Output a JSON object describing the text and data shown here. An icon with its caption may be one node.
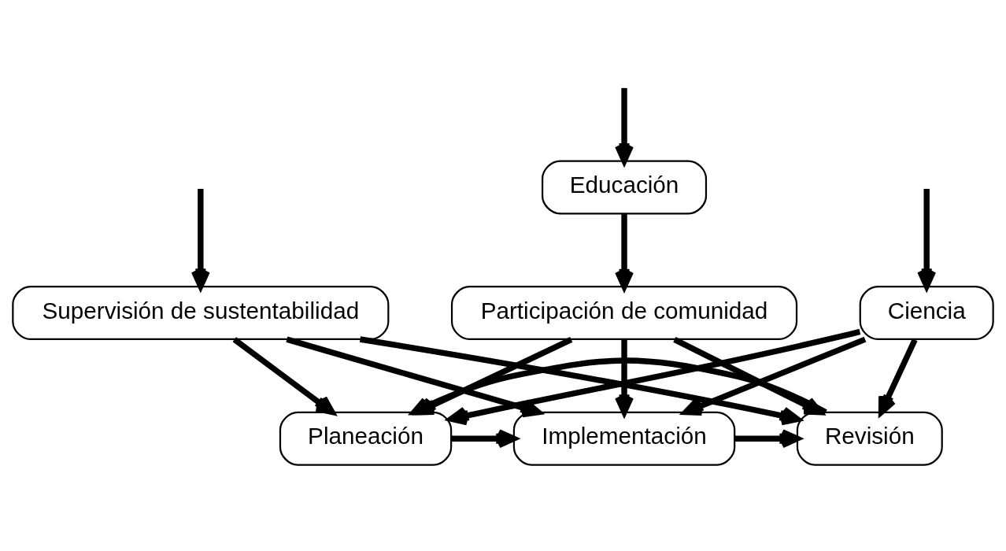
{
  "diagram": {
    "nodes": [
      {
        "text": [
          "Supervisión de sustentabilidad"
        ]
      },
      {
        "text": [
          "Planeación"
        ]
      },
      {
        "text": [
          "Implementación"
        ]
      },
      {
        "text": [
          "Revisión"
        ]
      },
      {
        "text": [
          "Participación de comunidad"
        ]
      },
      {
        "text": [
          "Ciencia"
        ]
      },
      {
        "text": [
          "Educación"
        ]
      }
    ],
    "edges": [
      {
        "from": 0,
        "to": 1,
        "arrow": "to"
      },
      {
        "from": 0,
        "to": 2,
        "arrow": "to"
      },
      {
        "from": 0,
        "to": 3,
        "arrow": "to"
      },
      {
        "from": 1,
        "to": 2,
        "arrow": "to"
      },
      {
        "from": 2,
        "to": 3,
        "arrow": "to"
      },
      {
        "from": 3,
        "to": 1,
        "arrow": "to"
      },
      {
        "from": 4,
        "to": 1,
        "arrow": "to"
      },
      {
        "from": 4,
        "to": 2,
        "arrow": "to"
      },
      {
        "from": 4,
        "to": 3,
        "arrow": "to"
      },
      {
        "from": 5,
        "to": 1,
        "arrow": "to"
      },
      {
        "from": 5,
        "to": 2,
        "arrow": "to"
      },
      {
        "from": 5,
        "to": 3,
        "arrow": "to"
      },
      {
        "from": 6,
        "to": 4,
        "arrow": "to"
      },
      {
        "from": null,
        "to": 0,
        "arrow": "to"
      },
      {
        "from": null,
        "to": 5,
        "arrow": "to"
      },
      {
        "from": null,
        "to": 6,
        "arrow": "to"
      }
    ]
  }
}
